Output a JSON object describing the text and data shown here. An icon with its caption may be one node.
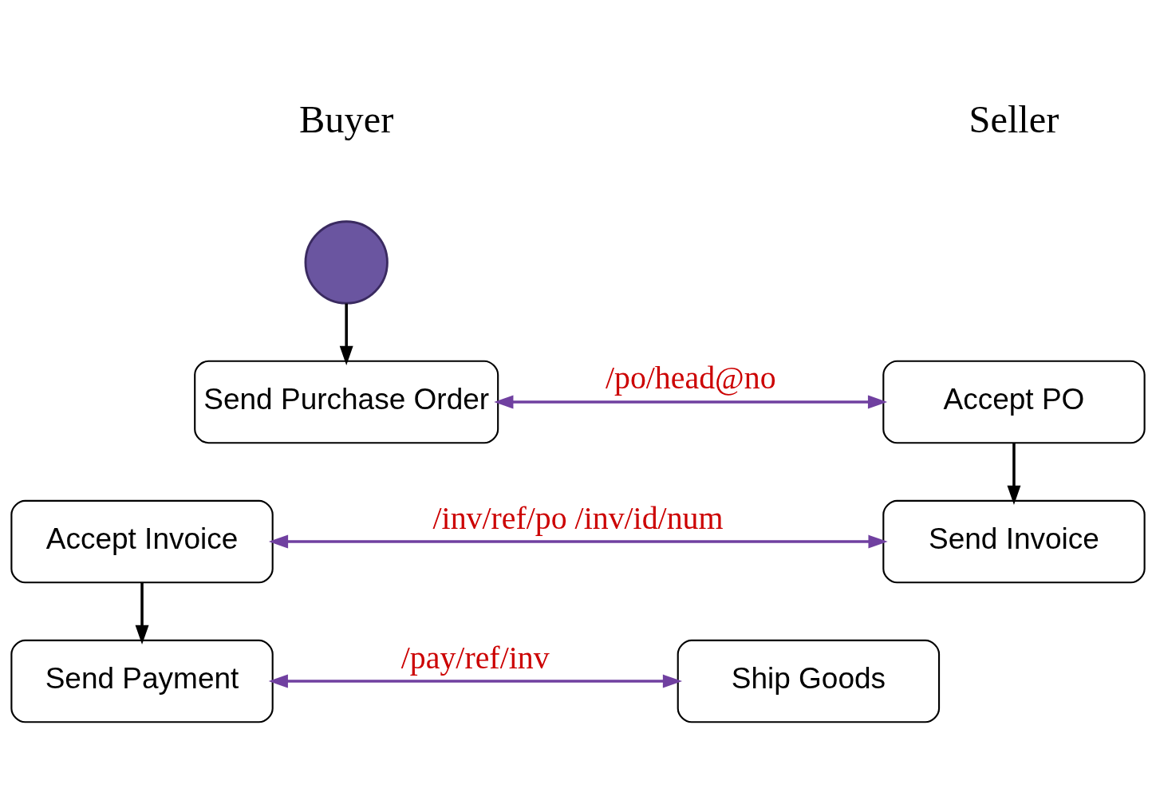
{
  "diagram": {
    "nodes": [
      {
        "text": [],
        "shape": "circle"
      },
      {
        "text": [
          "Send Purchase Order"
        ]
      },
      {
        "text": [
          "Accept PO"
        ]
      },
      {
        "text": [
          "Accept Invoice"
        ]
      },
      {
        "text": [
          "Send Invoice"
        ]
      },
      {
        "text": [
          "Send Payment"
        ]
      },
      {
        "text": [
          "Ship Goods"
        ]
      }
    ],
    "edges": [
      {
        "from": 0,
        "to": 1,
        "arrow": "to"
      },
      {
        "from": 1,
        "to": 2,
        "arrow": "both",
        "label": "/po/head@no",
        "color": "#7040a0"
      },
      {
        "from": 2,
        "to": 4,
        "arrow": "to"
      },
      {
        "from": 3,
        "to": 4,
        "arrow": "both",
        "label": "/inv/ref/po /inv/id/num",
        "color": "#7040a0"
      },
      {
        "from": 3,
        "to": 5,
        "arrow": "to"
      },
      {
        "from": 5,
        "to": 6,
        "arrow": "both",
        "label": "/pay/ref/inv",
        "color": "#7040a0"
      }
    ],
    "labels": [
      "Buyer",
      "Seller"
    ]
  }
}
